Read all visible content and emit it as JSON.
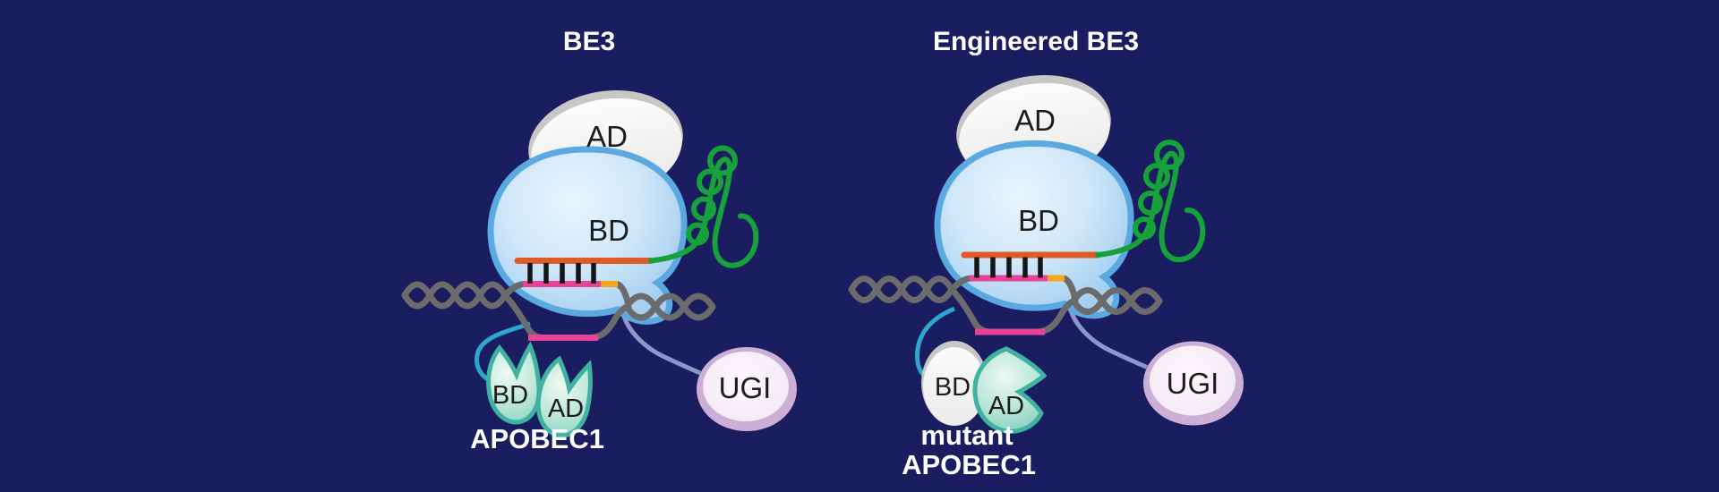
{
  "background_color": "#1a1d60",
  "palette": {
    "dna_gray": "#6b6b6b",
    "sgrna_green": "#17a13b",
    "rna_spacer_orange": "#e05a28",
    "dna_target_pink": "#ea4296",
    "pam_yellow": "#f5a81f",
    "apobec_linker_cyan": "#2fa6cd",
    "ugi_linker_purple": "#9095cc",
    "cas9_blue_border": "#5aa9e0",
    "cas9_blue_fill": "#cfe7f9",
    "leaf_teal_border": "#3fb2a1",
    "leaf_teal_fill": "#bfe8da",
    "ugi_pink_border": "#cdafd6",
    "ugi_pink_fill": "#f3e7f5",
    "gray_domain_rim": "#c7c7c5",
    "gray_domain_fill": "#f4f4f2",
    "base_pair_black": "#151515",
    "label_text": "#1c1c1c",
    "title_text": "#ffffff"
  },
  "diagrams": [
    {
      "title": "BE3",
      "ad_domain_label": "AD",
      "bd_domain_label": "BD",
      "apobec_bd_label": "BD",
      "apobec_ad_label": "AD",
      "apobec_caption": "APOBEC1",
      "ugi_label": "UGI"
    },
    {
      "title": "Engineered BE3",
      "ad_domain_label": "AD",
      "bd_domain_label": "BD",
      "apobec_bd_label": "BD",
      "apobec_ad_label": "AD",
      "apobec_caption_line1": "mutant",
      "apobec_caption_line2": "APOBEC1",
      "ugi_label": "UGI"
    }
  ]
}
